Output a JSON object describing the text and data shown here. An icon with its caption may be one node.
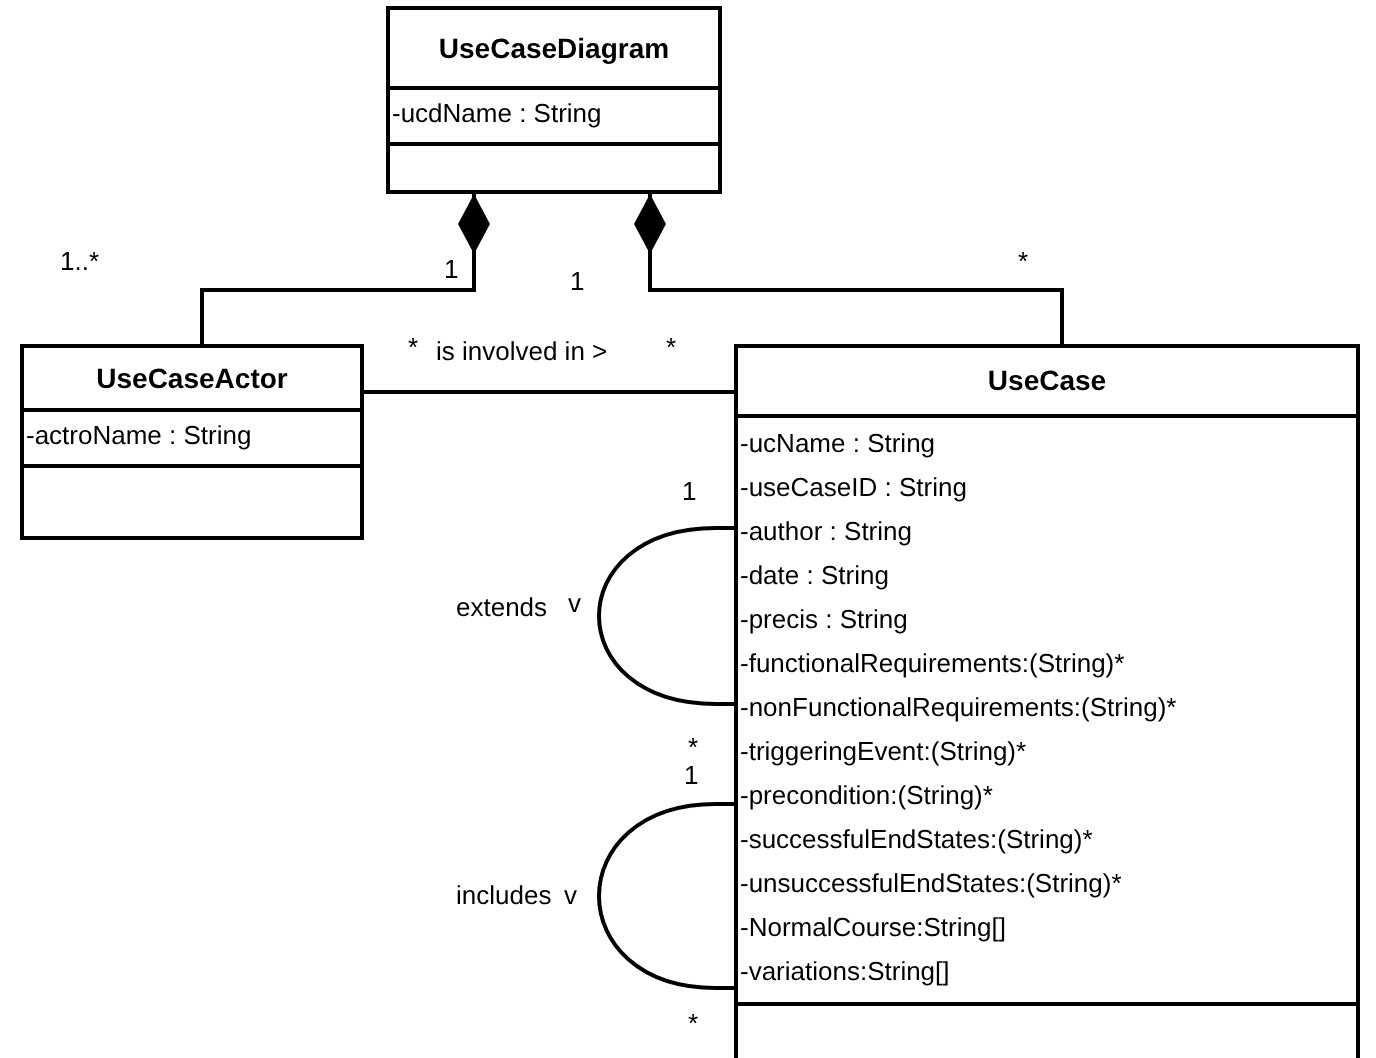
{
  "diagram": {
    "nodes": [
      {
        "text": [
          "UseCaseDiagram",
          "-ucdName : String"
        ]
      },
      {
        "text": [
          "UseCaseActor",
          "-actroName : String"
        ]
      },
      {
        "text": [
          "UseCase",
          "-ucName : String",
          "-useCaseID : String",
          "-author : String",
          "-date : String",
          "-precis : String",
          "-functionalRequirements:(String)*",
          "-nonFunctionalRequirements:(String)*",
          "-triggeringEvent:(String)*",
          "-precondition:(String)*",
          "-successfulEndStates:(String)*",
          "-unsuccessfulEndStates:(String)*",
          "-NormalCourse:String[]",
          "-variations:String[]"
        ]
      }
    ],
    "edges": [
      {
        "from": 1,
        "to": 0,
        "arrow": "other"
      },
      {
        "from": 2,
        "to": 0,
        "arrow": "other"
      },
      {
        "from": 1,
        "to": 2,
        "arrow": "none",
        "label": "is involved in >"
      },
      {
        "from": 2,
        "to": 2,
        "arrow": "none",
        "label": "extends"
      },
      {
        "from": 2,
        "to": 2,
        "arrow": "none",
        "label": "includes"
      }
    ],
    "labels": [
      "1..*",
      "1",
      "1",
      "*",
      "*",
      "*",
      "1",
      "v",
      "*",
      "1",
      "v",
      "*"
    ]
  }
}
